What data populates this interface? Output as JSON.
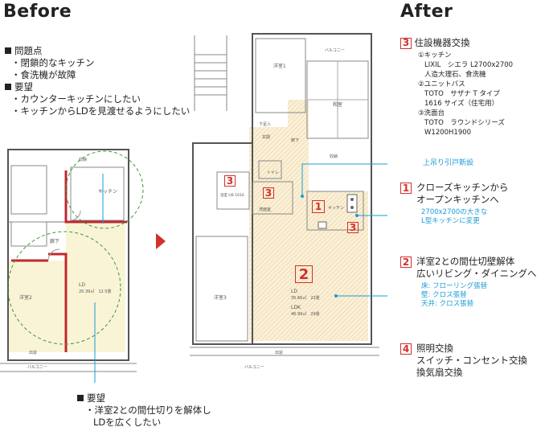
{
  "headings": {
    "before": "Before",
    "after": "After"
  },
  "before_notes": {
    "problems_title": "問題点",
    "problems": [
      "・閉鎖的なキッチン",
      "・食洗機が故障"
    ],
    "requests_title": "要望",
    "requests": [
      "・カウンターキッチンにしたい",
      "・キッチンからLDを見渡せるようにしたい"
    ],
    "bottom_title": "要望",
    "bottom_lines": [
      "・洋室2との間仕切りを解体し",
      "LDを広くしたい"
    ]
  },
  "before_plan": {
    "labels": {
      "kitchen": "キッチン",
      "corridor": "廊下",
      "western2": "洋室2",
      "ld": "LD",
      "ld_area": "20.39㎡　12.5畳",
      "storage": "収納",
      "out": "出窓",
      "balcony": "バルコニー"
    }
  },
  "after_plan": {
    "labels": {
      "balcony_top": "バルコニー",
      "western1": "洋室1",
      "washitsu": "和室",
      "corridor": "廊下",
      "entrance": "玄関",
      "shoebox": "下足入",
      "toilet": "トイレ",
      "unit_bath": "浴室 UB 1616",
      "washroom": "洗面室",
      "kitchen": "キッチン",
      "storage": "収納",
      "western3": "洋室3",
      "ld": "LD",
      "ld_area": "35.66㎡　22畳",
      "ldk": "LDK",
      "ldk_area": "46.99㎡　29畳",
      "out": "出窓",
      "balcony_bottom": "バルコニー"
    },
    "markers": [
      "1",
      "2",
      "3",
      "3",
      "3"
    ]
  },
  "annotations": {
    "equipment": {
      "num": "3",
      "title": "住設機器交換",
      "lines": [
        "①キッチン",
        "LIXIL　シエラ L2700x2700",
        "人造大理石、食洗機",
        "②ユニットバス",
        "TOTO　サザナ T タイプ",
        "1616 サイズ（住宅用）",
        "③洗面台",
        "TOTO　ラウンドシリーズ",
        "W1200H1900"
      ]
    },
    "sliding_door": "上吊り引戸新設",
    "kitchen": {
      "num": "1",
      "title_lines": [
        "クローズキッチンから",
        "オープンキッチンへ"
      ],
      "blue_lines": [
        "2700x2700の大きな",
        "L型キッチンに変更"
      ]
    },
    "partition": {
      "num": "2",
      "title_lines": [
        "洋室2との間仕切壁解体",
        "広いリビング・ダイニングへ"
      ],
      "blue_lines": [
        "床: フローリング張替",
        "壁: クロス張替",
        "天井: クロス張替"
      ]
    },
    "lighting": {
      "num": "4",
      "title_lines": [
        "照明交換",
        "スイッチ・コンセント交換",
        "換気扇交換"
      ]
    }
  }
}
